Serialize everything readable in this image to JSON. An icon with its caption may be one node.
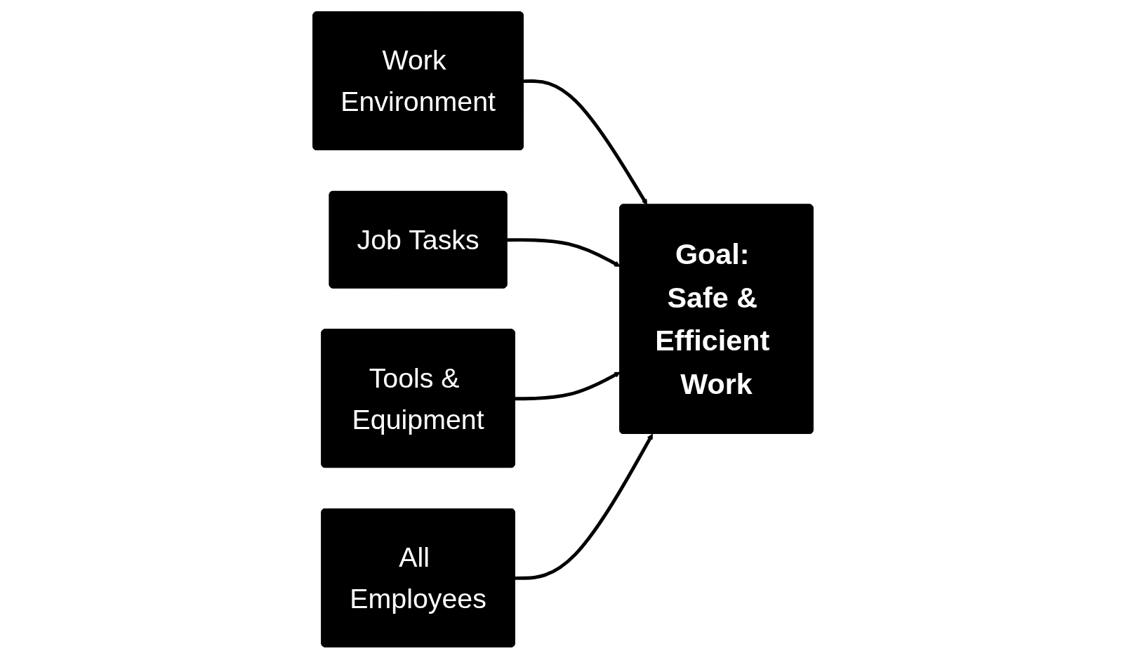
{
  "diagram": {
    "nodes": [
      {
        "text": [
          "Work Environment"
        ]
      },
      {
        "text": [
          "Job Tasks"
        ]
      },
      {
        "text": [
          "Goal: Safe & Efficient Work"
        ]
      },
      {
        "text": [
          "Tools & Equipment"
        ]
      },
      {
        "text": [
          "All Employees"
        ]
      }
    ],
    "edges": [
      {
        "from": 0,
        "to": 2,
        "arrow": "to"
      },
      {
        "from": 1,
        "to": 2,
        "arrow": "to"
      },
      {
        "from": 3,
        "to": 2,
        "arrow": "to"
      },
      {
        "from": 4,
        "to": 2,
        "arrow": "to"
      }
    ]
  }
}
